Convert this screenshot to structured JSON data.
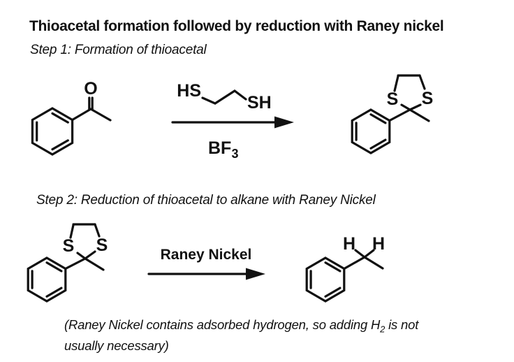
{
  "title": "Thioacetal formation followed by reduction with Raney nickel",
  "colors": {
    "oxygen_red": "#ee2417",
    "sulfur_orange": "#f0930f",
    "ink": "#111111"
  },
  "step1": {
    "label": "Step 1: Formation of thioacetal",
    "ketone": {
      "oxygen_label": "O"
    },
    "dithiol_reagent": {
      "left_group": "HS",
      "right_group": "SH"
    },
    "catalyst": {
      "formula_base": "BF",
      "formula_subscript": "3"
    },
    "thioacetal_product": {
      "sulfur_left": "S",
      "sulfur_right": "S"
    }
  },
  "step2": {
    "label": "Step 2: Reduction of thioacetal to alkane with Raney Nickel",
    "thioacetal_reactant": {
      "sulfur_left": "S",
      "sulfur_right": "S"
    },
    "reagent_label": "Raney Nickel",
    "alkane_product": {
      "hydrogen_left": "H",
      "hydrogen_right": "H"
    }
  },
  "footnote": {
    "line1_before_subscript": "(Raney Nickel contains adsorbed hydrogen, so adding H",
    "subscript": "2",
    "line1_after_subscript": " is not",
    "line2": "usually necessary)"
  }
}
